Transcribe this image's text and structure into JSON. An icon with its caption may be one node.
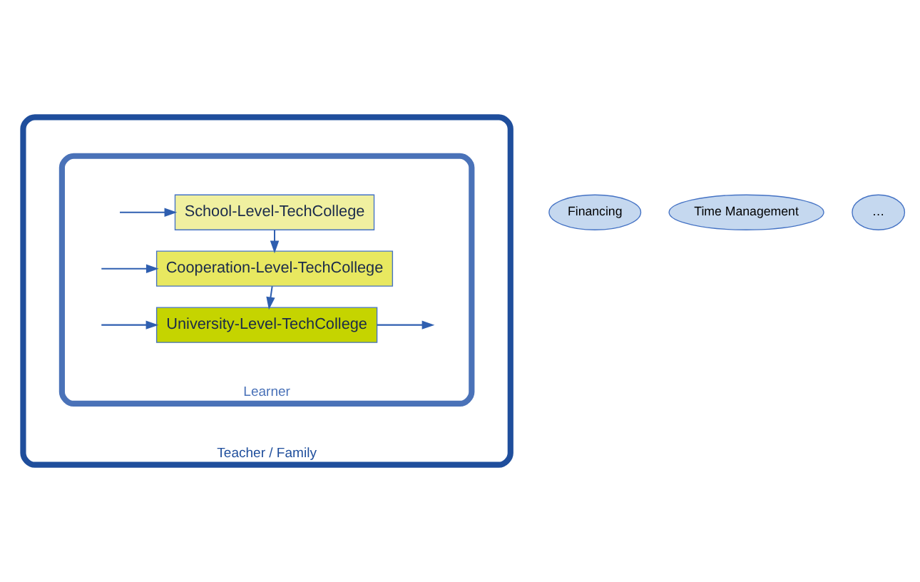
{
  "diagram": {
    "nodes": [
      {
        "text": [
          "Teacher / Family"
        ]
      },
      {
        "text": [
          "Learner"
        ],
        "in": 0
      },
      {
        "text": [
          "School-Level-TechCollege"
        ],
        "in": 1
      },
      {
        "text": [
          "Cooperation-Level-TechCollege"
        ],
        "in": 1
      },
      {
        "text": [
          "University-Level-TechCollege"
        ],
        "in": 1
      },
      {
        "text": [
          "Financing"
        ]
      },
      {
        "text": [
          "Time Management"
        ]
      },
      {
        "text": [
          "…"
        ]
      }
    ],
    "edges": [
      {
        "from": null,
        "to": 2,
        "arrow": "to"
      },
      {
        "from": 2,
        "to": 3,
        "arrow": "to"
      },
      {
        "from": null,
        "to": 3,
        "arrow": "to"
      },
      {
        "from": 3,
        "to": 4,
        "arrow": "to"
      },
      {
        "from": 4,
        "to": null,
        "arrow": "to"
      },
      {
        "from": null,
        "to": 4,
        "arrow": "to"
      }
    ]
  }
}
